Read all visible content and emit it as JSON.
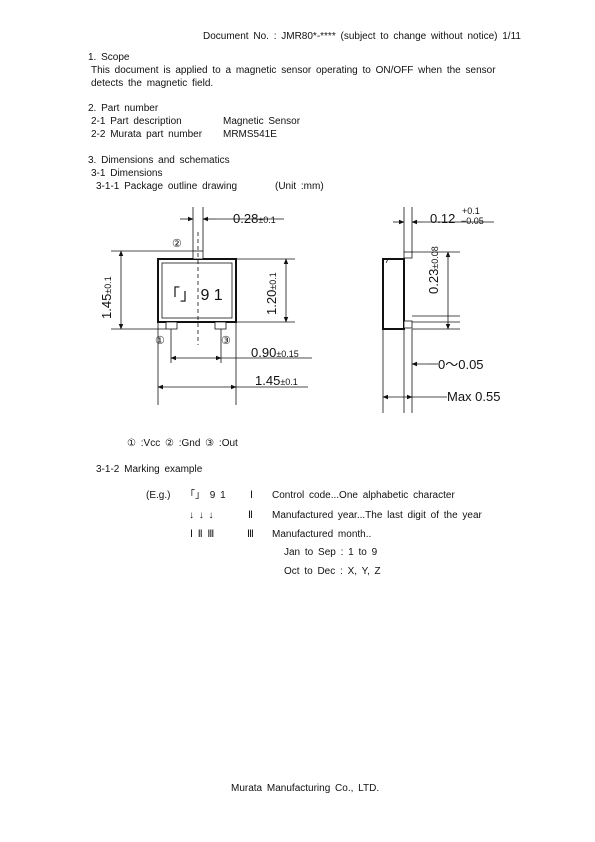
{
  "header": {
    "text": "Document No. : JMR80*-**** (subject to change without notice) 1/11"
  },
  "scope": {
    "heading": "1.  Scope",
    "line1": "This document is applied to a magnetic sensor operating to ON/OFF when the sensor",
    "line2": "detects the magnetic field."
  },
  "part_number": {
    "heading": "2.  Part number",
    "rows": [
      {
        "label": "2-1 Part description",
        "value": "Magnetic Sensor"
      },
      {
        "label": "2-2 Murata part number",
        "value": "MRMS541E"
      }
    ]
  },
  "dimensions": {
    "heading": "3.  Dimensions and schematics",
    "sub": "3-1 Dimensions",
    "drawing_title": "3-1-1 Package outline drawing",
    "unit": "(Unit :mm)"
  },
  "drawing": {
    "front": {
      "top_lead": "0.28",
      "top_lead_tol": "±0.1",
      "height_outer": "1.45",
      "height_outer_tol": "±0.1",
      "height_body": "1.20",
      "height_body_tol": "±0.1",
      "pitch": "0.90",
      "pitch_tol": "±0.15",
      "width": "1.45",
      "width_tol": "±0.1",
      "marking": "「」 9 1",
      "pin1": "①",
      "pin2": "②",
      "pin3": "③"
    },
    "side": {
      "lead_thk": "0.12",
      "lead_tol_plus": "+0.1",
      "lead_tol_minus": "−0.05",
      "body_h": "0.23",
      "body_h_tol": "±0.08",
      "standoff": "0〜0.05",
      "max_h": "Max 0.55"
    }
  },
  "pins_legend": "① :Vcc  ② :Gnd  ③ :Out",
  "marking": {
    "heading": "3-1-2 Marking example",
    "eg": "(E.g.)",
    "code": "「」 9  1",
    "arrows": "↓  ↓  ↓",
    "romans": "Ⅰ Ⅱ Ⅲ",
    "items": [
      {
        "num": "Ⅰ",
        "text": "Control code...One alphabetic character"
      },
      {
        "num": "Ⅱ",
        "text": "Manufactured year...The last digit of the year"
      },
      {
        "num": "Ⅲ",
        "text": "Manufactured month.."
      }
    ],
    "months": [
      "Jan to Sep : 1 to 9",
      "Oct to Dec : X, Y, Z"
    ]
  },
  "footer": {
    "text": "Murata Manufacturing Co., LTD."
  }
}
